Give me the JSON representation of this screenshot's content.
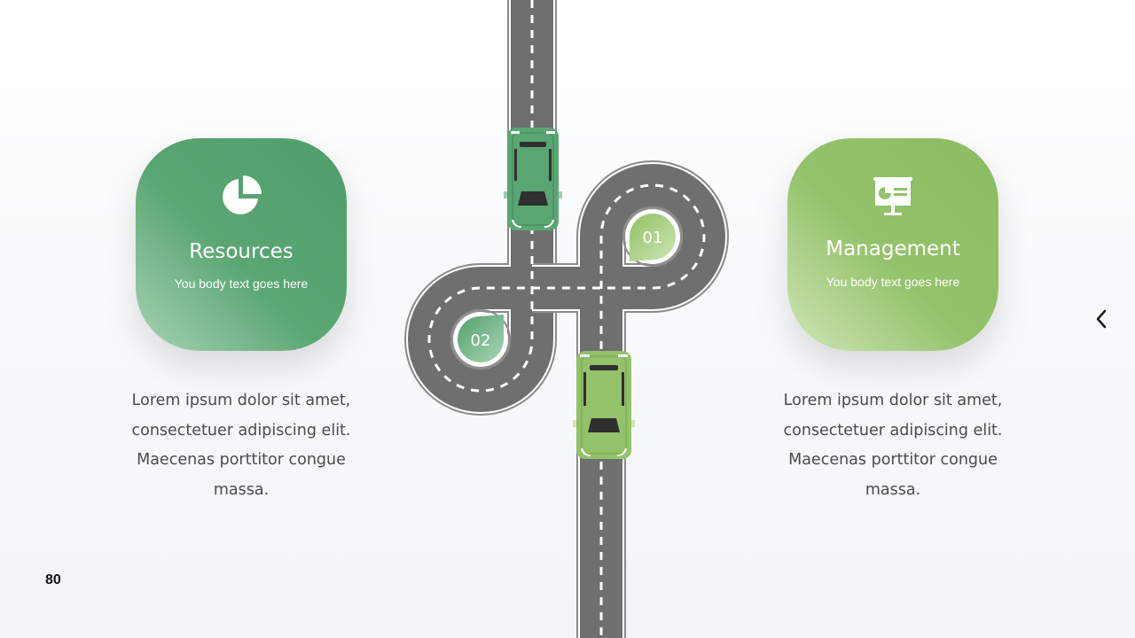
{
  "cards": [
    {
      "title": "Resources",
      "body": "You body text goes here",
      "icon": "pie-chart-icon",
      "color": "#5aa673"
    },
    {
      "title": "Management",
      "body": "You body text goes here",
      "icon": "presentation-board-icon",
      "color": "#94c26b"
    }
  ],
  "descriptions": [
    "Lorem ipsum dolor sit amet, consectetuer adipiscing elit. Maecenas porttitor congue massa.",
    "Lorem ipsum dolor sit amet, consectetuer adipiscing elit. Maecenas porttitor congue massa."
  ],
  "markers": [
    {
      "label": "01"
    },
    {
      "label": "02"
    }
  ],
  "page_number": "80",
  "nav": {
    "prev_icon": "chevron-left-icon"
  },
  "colors": {
    "road": "#6f6f6f",
    "dark_green": "#5aa673",
    "light_green": "#94c26b"
  }
}
